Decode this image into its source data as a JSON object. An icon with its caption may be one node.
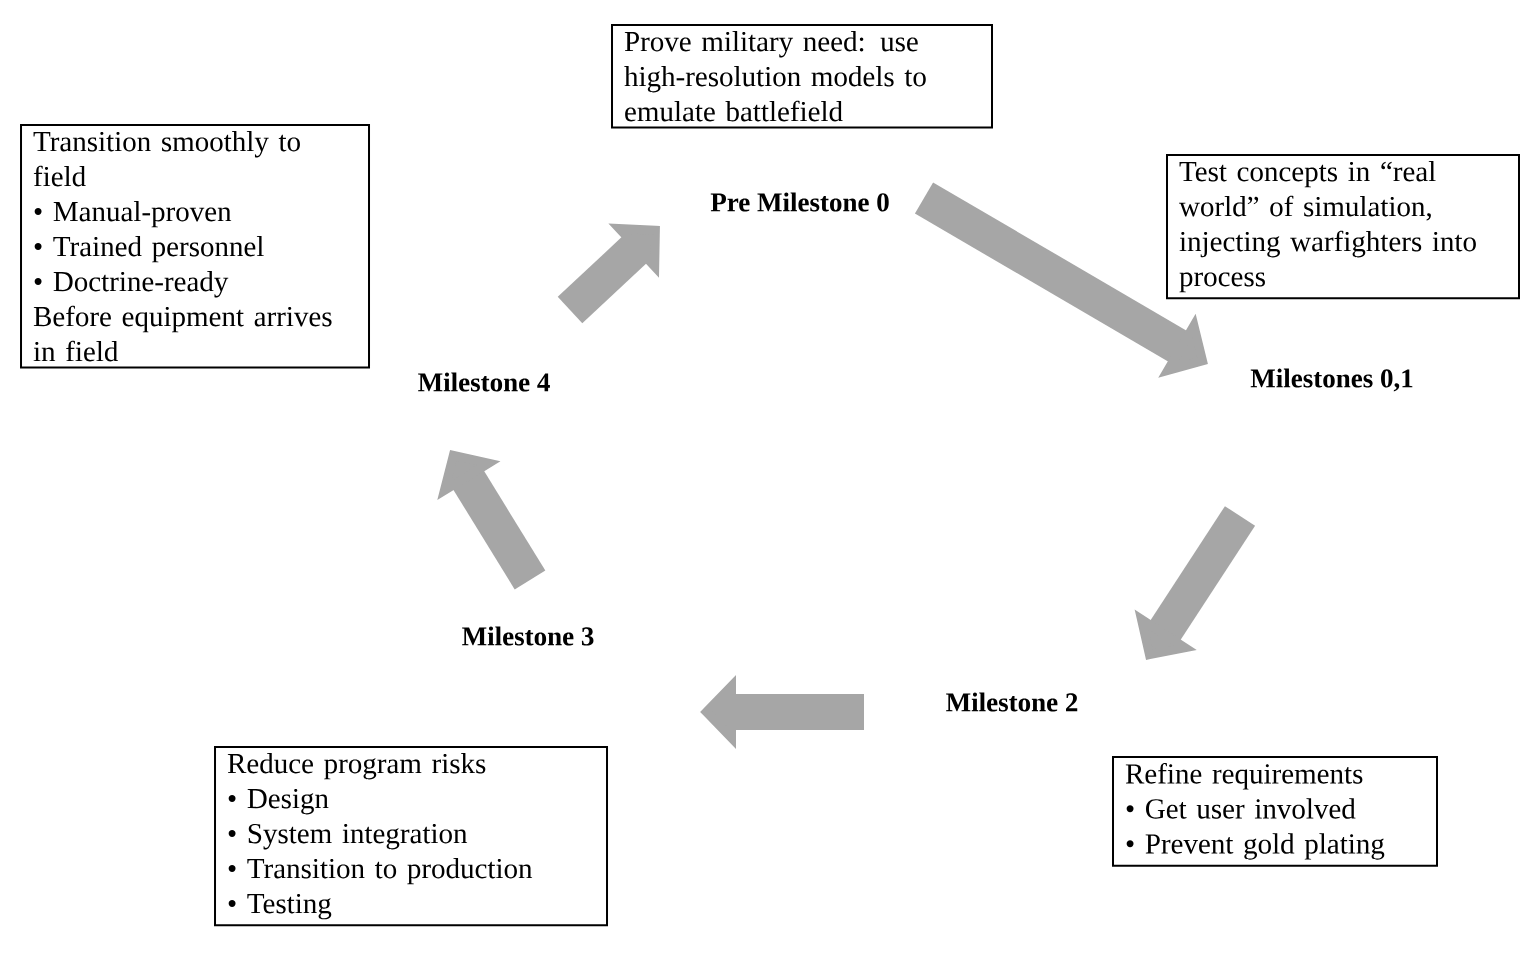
{
  "diagram": {
    "nodes": [
      {
        "text": [
          "Prove military need: use high-resolution models to emulate battlefield"
        ]
      },
      {
        "text": [
          "Pre Milestone 0"
        ]
      },
      {
        "text": [
          "Transition smoothly to field",
          "• Manual-proven",
          "• Trained personnel",
          "• Doctrine-ready",
          "Before equipment arrives in field"
        ]
      },
      {
        "text": [
          "Test concepts in “real world” of simulation, injecting warfighters into process"
        ]
      },
      {
        "text": [
          "Milestone 4"
        ]
      },
      {
        "text": [
          "Milestones 0,1"
        ]
      },
      {
        "text": [
          "Milestone 3"
        ]
      },
      {
        "text": [
          "Milestone 2"
        ]
      },
      {
        "text": [
          "Reduce program risks",
          "• Design",
          "• System integration",
          "• Transition to production",
          "• Testing"
        ]
      },
      {
        "text": [
          "Refine requirements",
          "• Get user involved",
          "• Prevent gold plating"
        ]
      }
    ],
    "edges": [
      {
        "from": 1,
        "to": 5,
        "arrow": "to"
      },
      {
        "from": 5,
        "to": 7,
        "arrow": "to"
      },
      {
        "from": 7,
        "to": 6,
        "arrow": "to"
      },
      {
        "from": 6,
        "to": 4,
        "arrow": "to"
      },
      {
        "from": 4,
        "to": 1,
        "arrow": "to"
      }
    ]
  }
}
